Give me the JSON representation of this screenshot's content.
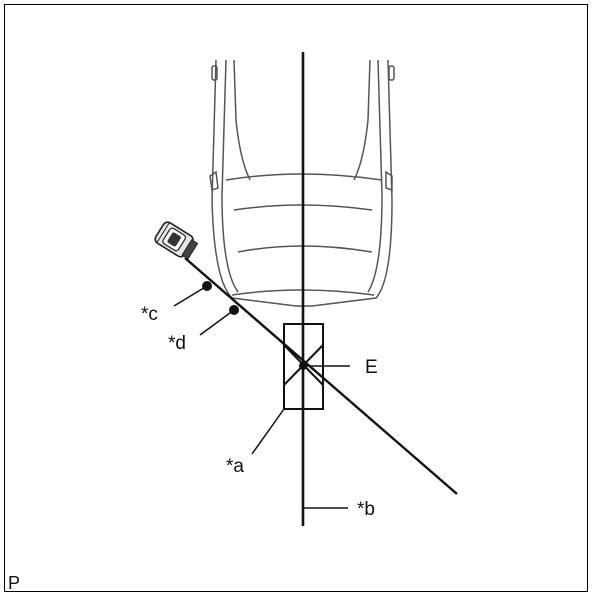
{
  "labels": {
    "a": "*a",
    "b": "*b",
    "c": "*c",
    "d": "*d",
    "e": "E"
  },
  "page_mark": "P",
  "colors": {
    "line": "#111111",
    "car_outline": "#555555",
    "background": "#ffffff"
  },
  "icons": {
    "camera": "camera-icon",
    "vehicle": "vehicle-front-outline"
  }
}
